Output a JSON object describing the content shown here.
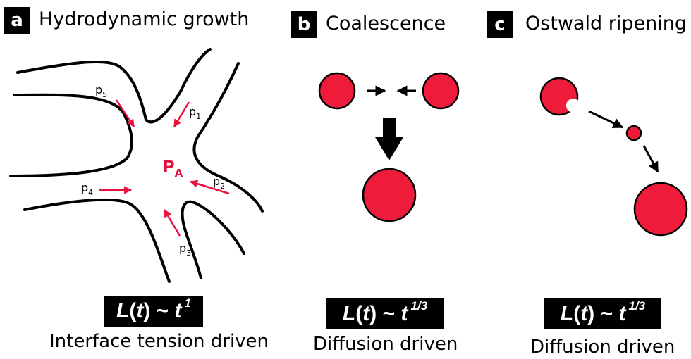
{
  "panels": [
    {
      "label": "a",
      "title": "Hydrodynamic growth",
      "law": {
        "prefix": "L",
        "arg": "t",
        "tilde": "~",
        "base": "t",
        "exponent": "1"
      },
      "caption": "Interface tension driven",
      "pressures": {
        "center": {
          "base": "P",
          "sub": "A"
        },
        "p1": {
          "base": "p",
          "sub": "1"
        },
        "p2": {
          "base": "p",
          "sub": "2"
        },
        "p3": {
          "base": "p",
          "sub": "3"
        },
        "p4": {
          "base": "p",
          "sub": "4"
        },
        "p5": {
          "base": "p",
          "sub": "5"
        }
      }
    },
    {
      "label": "b",
      "title": "Coalescence",
      "law": {
        "prefix": "L",
        "arg": "t",
        "tilde": "~",
        "base": "t",
        "exponent": "1/3"
      },
      "caption": "Diffusion driven"
    },
    {
      "label": "c",
      "title": "Ostwald ripening",
      "law": {
        "prefix": "L",
        "arg": "t",
        "tilde": "~",
        "base": "t",
        "exponent": "1/3"
      },
      "caption": "Diffusion driven"
    }
  ],
  "colors": {
    "droplet": "#ee1c3a",
    "arrow_red": "#e8123c",
    "label_red": "#e8123c",
    "outline": "#000000"
  }
}
